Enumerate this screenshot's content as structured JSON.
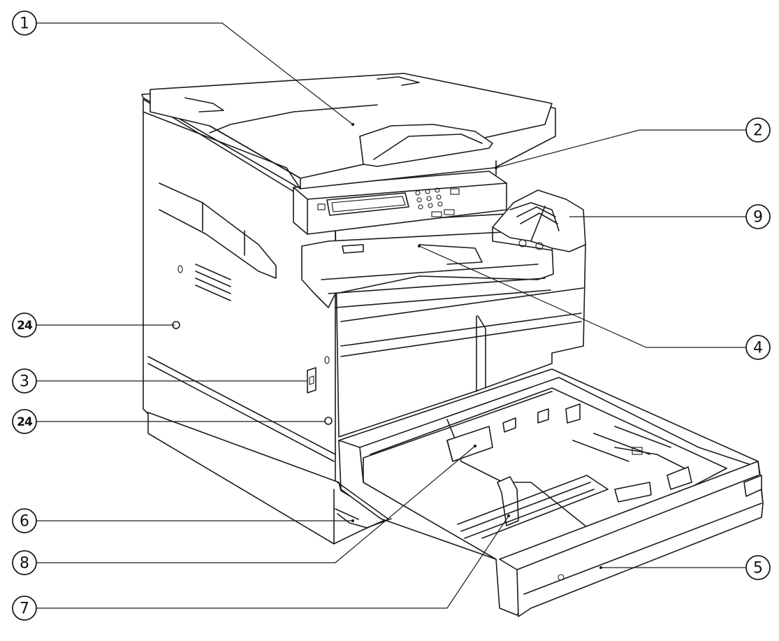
{
  "callouts": [
    {
      "id": "c1",
      "number": "1"
    },
    {
      "id": "c2",
      "number": "2"
    },
    {
      "id": "c9",
      "number": "9"
    },
    {
      "id": "c24a",
      "number": "24"
    },
    {
      "id": "c4",
      "number": "4"
    },
    {
      "id": "c3",
      "number": "3"
    },
    {
      "id": "c24b",
      "number": "24"
    },
    {
      "id": "c6",
      "number": "6"
    },
    {
      "id": "c8",
      "number": "8"
    },
    {
      "id": "c5",
      "number": "5"
    },
    {
      "id": "c7",
      "number": "7"
    }
  ]
}
